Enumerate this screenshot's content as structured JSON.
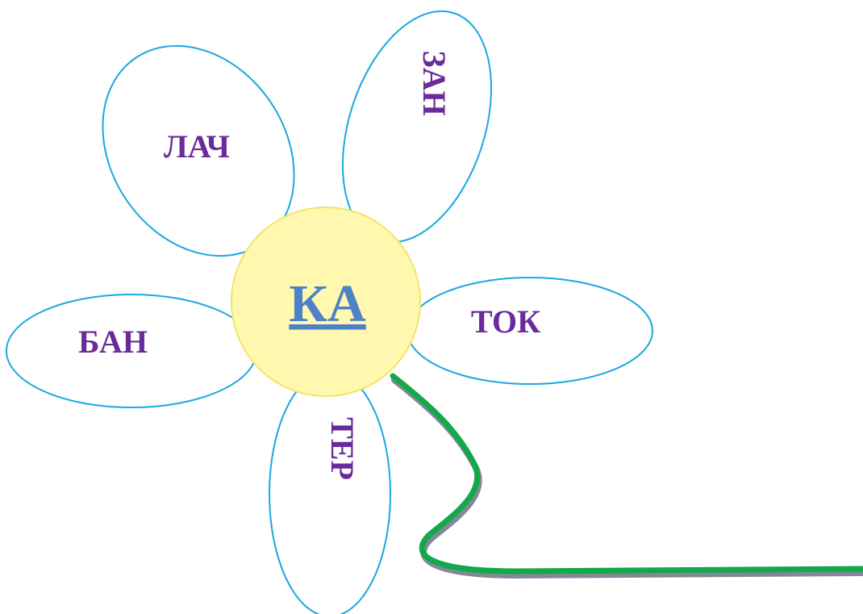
{
  "center": {
    "label": "КА",
    "fill": "#fff8ae",
    "stroke": "#f0e56a",
    "text_color": "#4f81c7"
  },
  "petals": [
    {
      "id": "top-left",
      "label": "ЛАЧ"
    },
    {
      "id": "top-right",
      "label": "ЗАН"
    },
    {
      "id": "left",
      "label": "БАН"
    },
    {
      "id": "right",
      "label": "ТОК"
    },
    {
      "id": "bottom",
      "label": "ТЕР"
    }
  ],
  "colors": {
    "petal_stroke": "#19a8e0",
    "petal_fill": "#ffffff",
    "label_color": "#6a2b9a",
    "stem": "#13a84a",
    "stem_shadow": "#7f8a96"
  }
}
